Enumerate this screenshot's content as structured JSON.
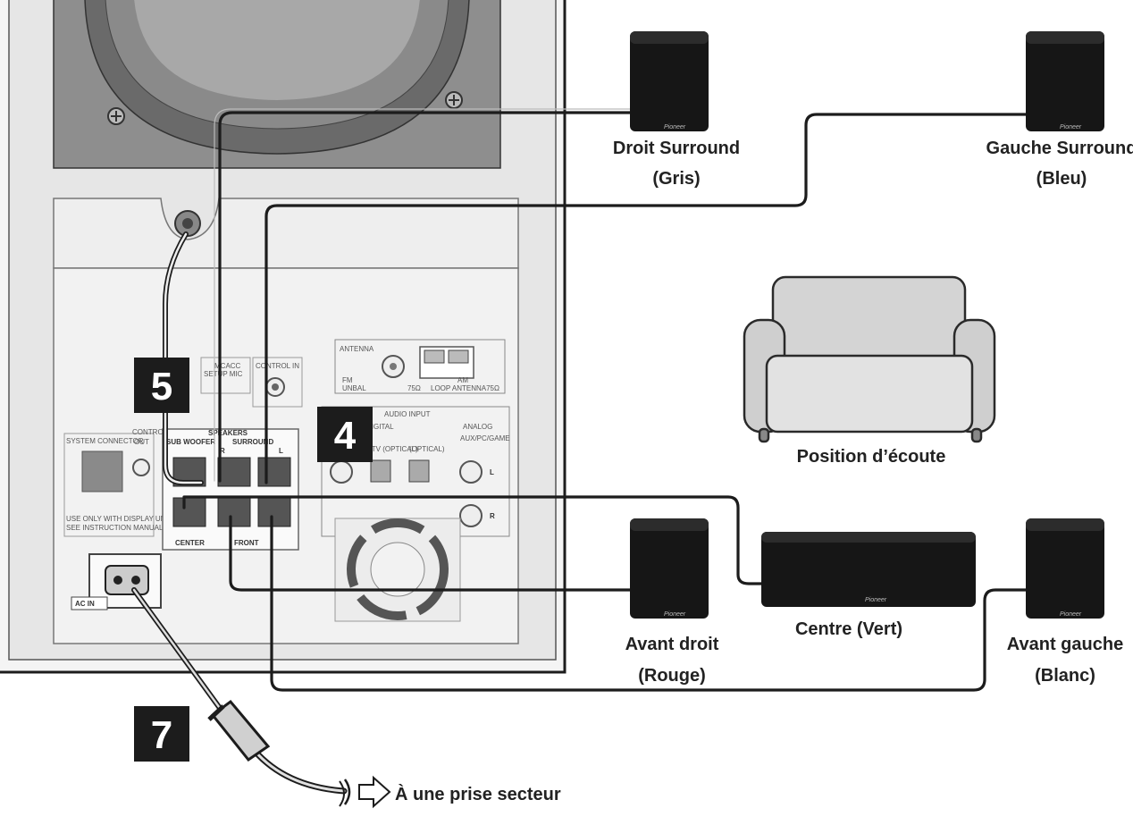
{
  "panel": {
    "connectors": {
      "antenna": "ANTENNA",
      "fm": "FM",
      "unbal": "UNBAL",
      "ohm75": "75Ω",
      "am_loop": "AM",
      "loop_antenna": "LOOP ANTENNA75Ω",
      "mcacc": "MCACC",
      "setup_mic": "SETUP MIC",
      "control_in": "CONTROL IN",
      "control_out_top": "CONTROL",
      "control_out": "OUT",
      "system_connector": "SYSTEM CONNECTOR",
      "speakers": "SPEAKERS",
      "sub_woofer": "SUB WOOFER",
      "surround": "SURROUND",
      "r": "R",
      "l": "L",
      "center": "CENTER",
      "front": "FRONT",
      "audio_input": "AUDIO   INPUT",
      "digital": "DIGITAL",
      "dtv_optical": "DTV (OPTICAL)",
      "optical": "(OPTICAL)",
      "analog": "ANALOG",
      "aux": "AUX/PC/GAME",
      "ac_in": "AC IN",
      "notice_line1": "USE ONLY WITH DISPLAY UNIT.",
      "notice_line2": "SEE INSTRUCTION MANUAL."
    }
  },
  "steps": {
    "five": "5",
    "four": "4",
    "seven": "7"
  },
  "speakers": {
    "surround_right": {
      "name": "Droit Surround",
      "color": "(Gris)"
    },
    "surround_left": {
      "name": "Gauche Surround",
      "color": "(Bleu)"
    },
    "front_right": {
      "name": "Avant droit",
      "color": "(Rouge)"
    },
    "center": {
      "name": "Centre (Vert)"
    },
    "front_left": {
      "name": "Avant gauche",
      "color": "(Blanc)"
    }
  },
  "listening_position": "Position d’écoute",
  "power_outlet": "À une prise secteur",
  "colors": {
    "ink": "#1c1c1c",
    "panel": "#e4e4e4",
    "speaker": "#161616",
    "sofa": "#dcdcdc"
  }
}
